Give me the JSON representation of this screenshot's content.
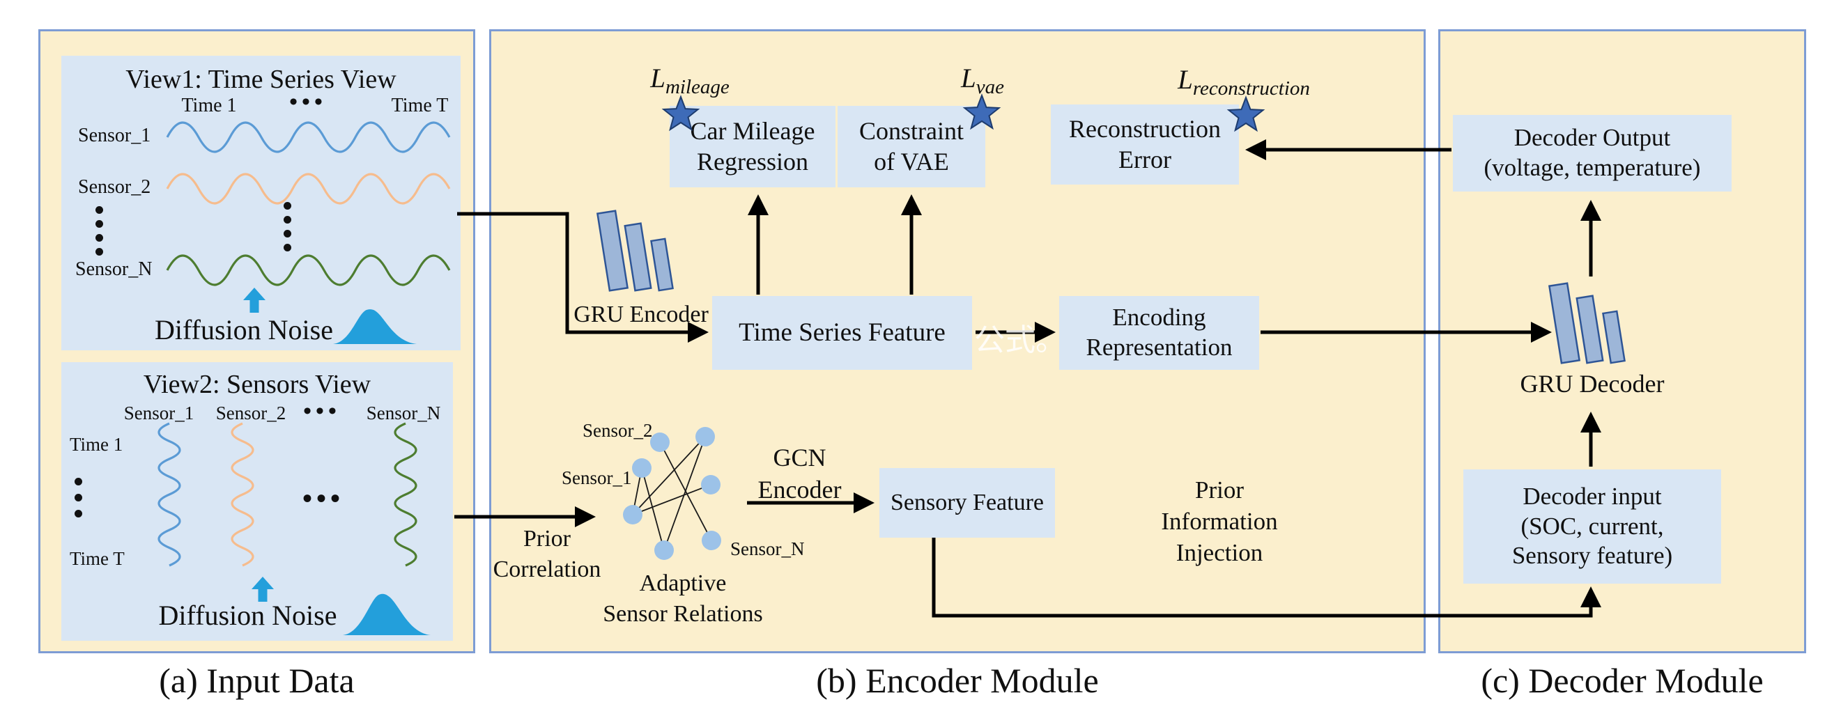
{
  "colors": {
    "panel_fill": "#FBEFCD",
    "panel_border": "#7D9CD4",
    "box_fill": "#D9E6F4",
    "wave_blue": "#5B9BD5",
    "wave_orange": "#F6BC8D",
    "wave_green": "#4D7D30",
    "noise_blue": "#239FDB",
    "node_blue": "#9CC2E8",
    "star_blue": "#3E6BB8",
    "line_black": "#000000"
  },
  "panels": {
    "input": {
      "caption": "(a) Input Data",
      "view1": {
        "title": "View1: Time Series View",
        "time_start": "Time  1",
        "dots": "•••",
        "time_end": "Time T",
        "sensor1": "Sensor_1",
        "sensor2": "Sensor_2",
        "sensorN": "Sensor_N",
        "noise": "Diffusion Noise"
      },
      "view2": {
        "title": "View2: Sensors View",
        "h_sensor1": "Sensor_1",
        "h_sensor2": "Sensor_2",
        "h_dots": "•••",
        "h_sensorN": "Sensor_N",
        "time_start": "Time 1",
        "time_end": "Time T",
        "mid_dots": "•••",
        "noise": "Diffusion Noise"
      }
    },
    "encoder": {
      "caption": "(b) Encoder Module",
      "gru_label": "GRU Encoder",
      "loss_mileage": {
        "sym": "L",
        "sub": "mileage"
      },
      "loss_vae": {
        "sym": "L",
        "sub": "vae"
      },
      "loss_recon": {
        "sym": "L",
        "sub": "reconstruction"
      },
      "box_mileage": {
        "l1": "Car Mileage",
        "l2": "Regression"
      },
      "box_vae": {
        "l1": "Constraint",
        "l2": "of VAE"
      },
      "box_recon": {
        "l1": "Reconstruction",
        "l2": "Error"
      },
      "box_tsf": "Time Series Feature",
      "watermark": "公式。",
      "box_encoding": {
        "l1": "Encoding",
        "l2": "Representation"
      },
      "prior_corr": {
        "l1": "Prior",
        "l2": "Correlation"
      },
      "graph": {
        "s1": "Sensor_1",
        "s2": "Sensor_2",
        "sN": "Sensor_N"
      },
      "gcn": {
        "l1": "GCN",
        "l2": "Encoder"
      },
      "box_sensory": "Sensory Feature",
      "adaptive": {
        "l1": "Adaptive",
        "l2": "Sensor Relations"
      },
      "injection": {
        "l1": "Prior",
        "l2": "Information",
        "l3": "Injection"
      }
    },
    "decoder": {
      "caption": "(c) Decoder Module",
      "gru_label": "GRU Decoder",
      "box_output": {
        "l1": "Decoder Output",
        "l2": "(voltage, temperature)"
      },
      "box_input": {
        "l1": "Decoder input",
        "l2": "(SOC, current,",
        "l3": "Sensory feature)"
      }
    }
  }
}
